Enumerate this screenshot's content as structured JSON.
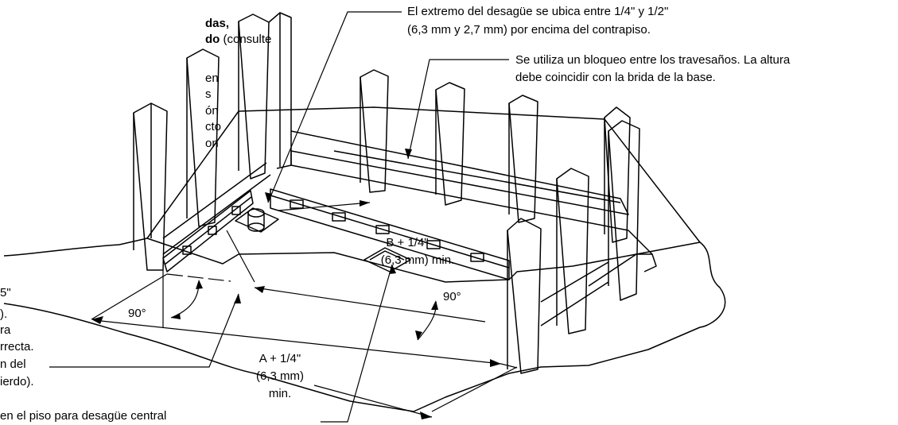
{
  "left_note": {
    "line1": "das,",
    "line2_bold": "do",
    "line2_rest": " (consulte",
    "lines": [
      "en",
      "s",
      "ón",
      "cto",
      "on"
    ]
  },
  "drain_note": [
    "El extremo del desagüe se ubica entre 1/4\" y 1/2\"",
    "(6,3 mm y 2,7 mm) por encima del contrapiso."
  ],
  "blocking_note": [
    "Se utiliza un bloqueo entre los travesaños. La altura",
    "debe coincidir con la brida de la base."
  ],
  "dimension_b": [
    "B + 1/4\"",
    "(6,3 mm) min."
  ],
  "dimension_a": [
    "A + 1/4\"",
    "(6,3 mm)",
    "min."
  ],
  "angle_left": "90°",
  "angle_right": "90°",
  "side_note": [
    "5\"",
    ").",
    "ra",
    "rrecta.",
    "n del",
    "ierdo)."
  ],
  "bottom_note": "en el piso para desagüe central"
}
